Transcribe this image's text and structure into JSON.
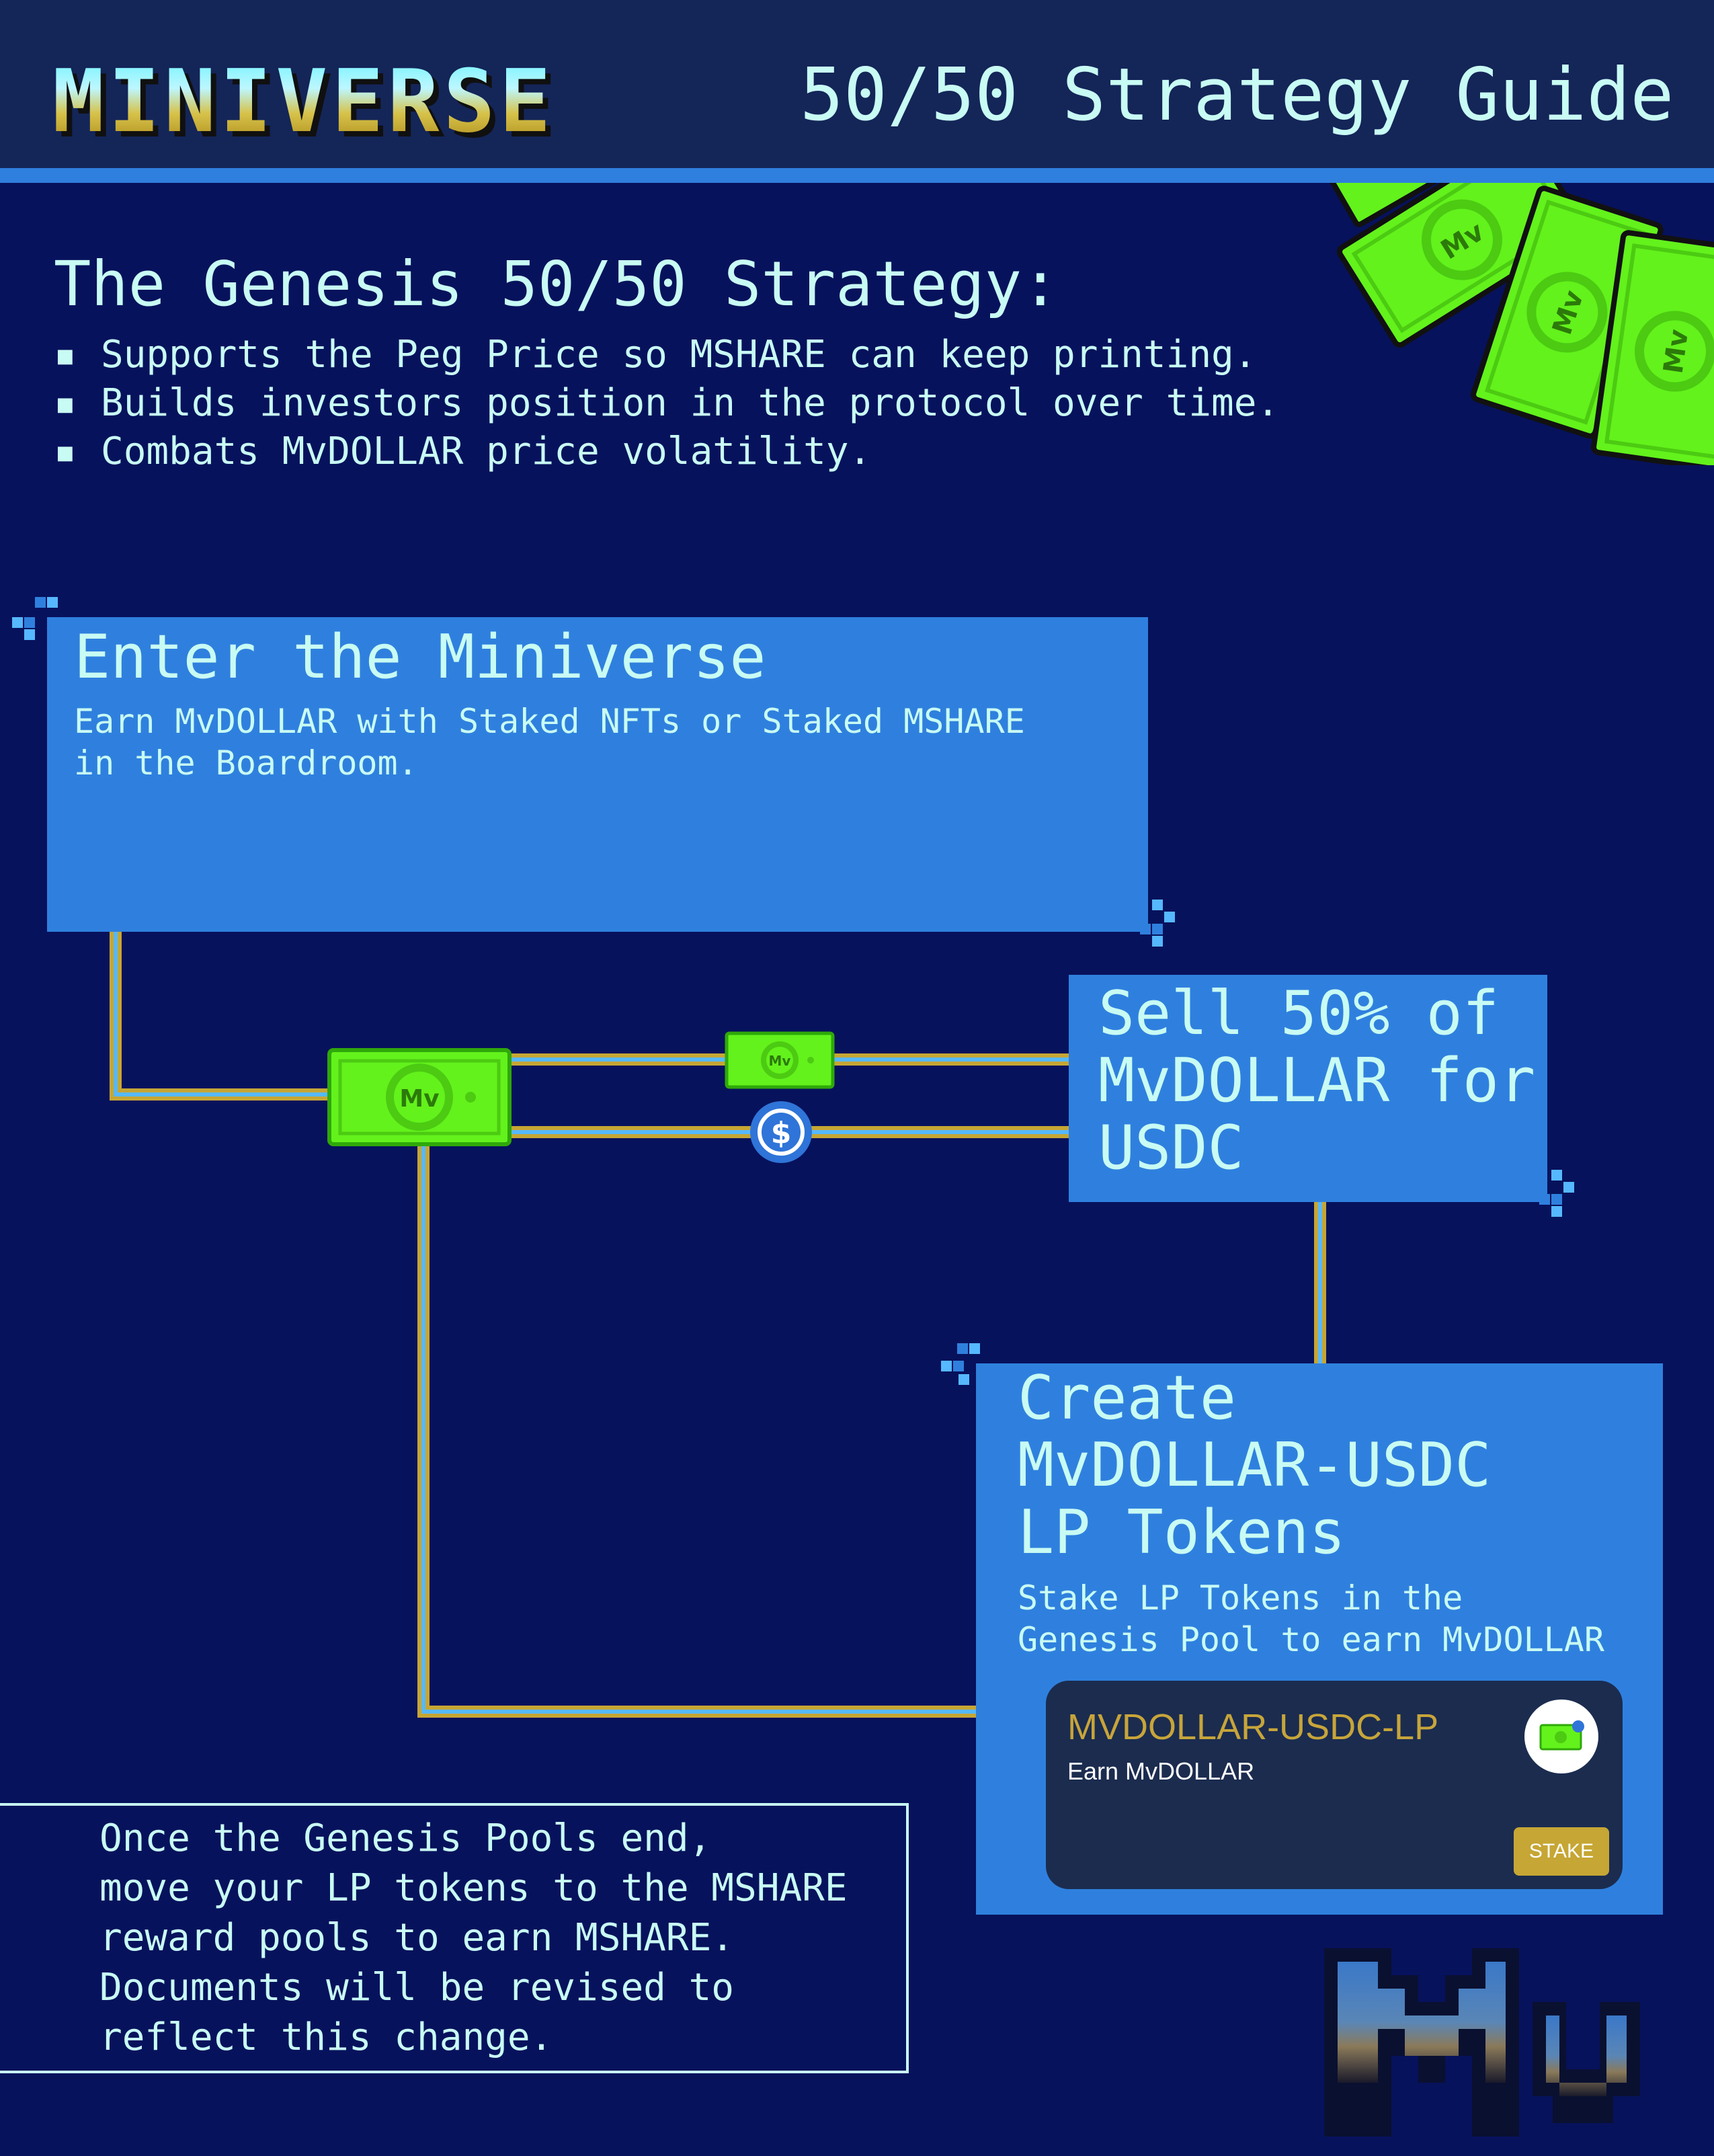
{
  "header": {
    "logo_text": "MINIVERSE",
    "title": "50/50 Strategy Guide"
  },
  "intro": {
    "heading": "The Genesis 50/50 Strategy:",
    "bullets": [
      "Supports the Peg Price so MSHARE can keep printing.",
      "Builds investors position in the protocol over time.",
      "Combats MvDOLLAR price volatility."
    ],
    "bullet_symbol": "▪"
  },
  "steps": [
    {
      "title": "Enter the Miniverse",
      "description": "Earn MvDOLLAR with Staked NFTs or Staked MSHARE\nin the Boardroom."
    },
    {
      "title": "Sell 50% of\nMvDOLLAR for\nUSDC"
    },
    {
      "title": "Create\nMvDOLLAR-USDC\nLP Tokens",
      "description": "Stake LP Tokens in the\nGenesis Pool to earn MvDOLLAR"
    }
  ],
  "pool_card": {
    "name": "MVDOLLAR-USDC-LP",
    "subtitle": "Earn MvDOLLAR",
    "button": "STAKE"
  },
  "note": "Once the Genesis Pools end,\nmove your LP tokens to the MSHARE\nreward pools to earn MSHARE.\nDocuments will be revised to\nreflect this change.",
  "icons": {
    "bill": "mv-dollar-bill-icon",
    "usdc": "usdc-coin-icon",
    "brand": "mv-logo-icon",
    "bill_text": "Mv",
    "usdc_text": "$"
  },
  "colors": {
    "background": "#07125c",
    "header": "#142558",
    "accent_blue": "#2f80de",
    "text_mint": "#c8fbf3",
    "gold": "#c6a634",
    "bill_green": "#63f21c"
  }
}
